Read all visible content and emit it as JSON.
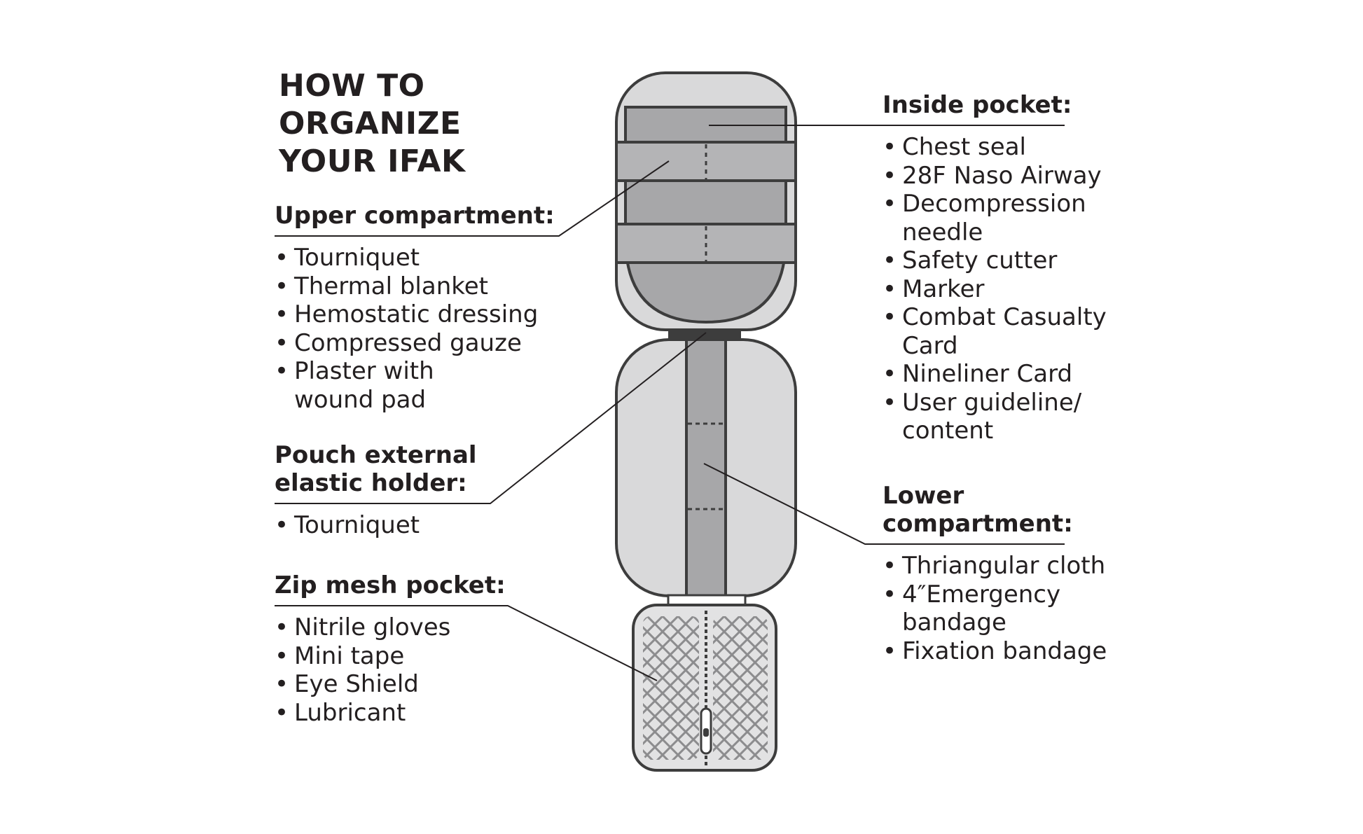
{
  "title_lines": [
    "HOW TO",
    "ORGANIZE",
    "YOUR IFAK"
  ],
  "sections": {
    "upper": {
      "heading": [
        "Upper compartment:"
      ],
      "items": [
        [
          "Tourniquet"
        ],
        [
          "Thermal blanket"
        ],
        [
          "Hemostatic dressing"
        ],
        [
          "Compressed gauze"
        ],
        [
          "Plaster with",
          "wound pad"
        ]
      ]
    },
    "external": {
      "heading": [
        "Pouch external",
        "elastic holder:"
      ],
      "items": [
        [
          "Tourniquet"
        ]
      ]
    },
    "mesh": {
      "heading": [
        "Zip mesh pocket:"
      ],
      "items": [
        [
          "Nitrile gloves"
        ],
        [
          "Mini tape"
        ],
        [
          "Eye Shield"
        ],
        [
          "Lubricant"
        ]
      ]
    },
    "inside": {
      "heading": [
        "Inside pocket:"
      ],
      "items": [
        [
          "Chest seal"
        ],
        [
          "28F Naso Airway"
        ],
        [
          "Decompression",
          "needle"
        ],
        [
          "Safety cutter"
        ],
        [
          "Marker"
        ],
        [
          "Combat Casualty",
          "Card"
        ],
        [
          "Nineliner Card"
        ],
        [
          "User guideline/",
          "content"
        ]
      ]
    },
    "lower": {
      "heading": [
        "Lower",
        "compartment:"
      ],
      "items": [
        [
          "Thriangular cloth"
        ],
        [
          "4″Emergency",
          "bandage"
        ],
        [
          "Fixation bandage"
        ]
      ]
    }
  },
  "colors": {
    "outline": "#3d3d3d",
    "body_fill": "#d9d9da",
    "panel_fill": "#a7a7a9",
    "strap_fill": "#b4b4b6",
    "mesh_fill": "#e2e2e3",
    "text": "#231f20"
  }
}
